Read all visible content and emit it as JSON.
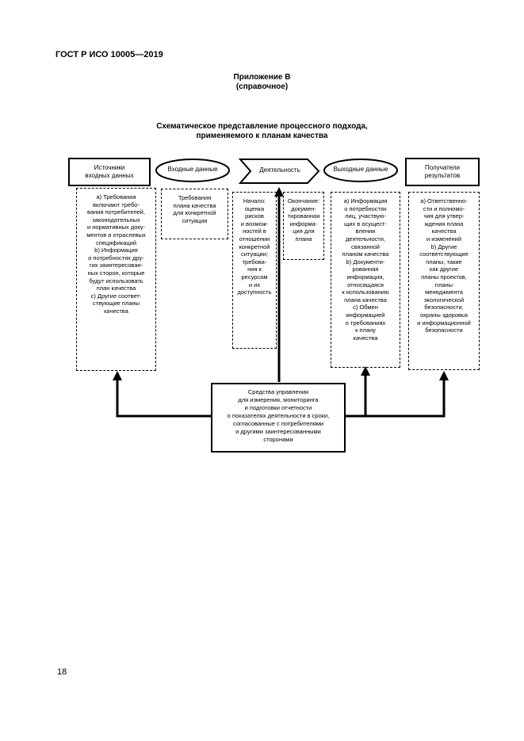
{
  "document": {
    "standard": "ГОСТ Р ИСО 10005—2019",
    "annex_title": "Приложение В",
    "annex_note": "(справочное)",
    "chart_title": "Схематическое представление процессного подхода,\nприменяемого к планам качества",
    "page_number": "18"
  },
  "diagram": {
    "sources_title": "Источники\nвходных данных",
    "inputs_title": "Входные данные",
    "activity_title": "Деятельность",
    "outputs_title": "Выходные данные",
    "receivers_title": "Получатели\nрезультатов",
    "sources_text": "a) Требования\nвключают требо-\nвания потребителей,\nзаконодательных\nи нормативных доку-\nментов и отраслевых\nспецификаций\nb) Информация\nо потребностях дру-\nгих заинтересован-\nных сторон, которые\nбудут использовать\nплан качества\nc) Другие соответ-\nствующие планы\nкачества",
    "inputs_text": "Требования\nплана качества\nдля конкретной\nситуации",
    "activity_start_text": "Начало:\nоценка\nрисков\nи возмож-\nностей в\nотношении\nконкретной\nситуации;\nтребова-\nния к\nресурсам\nи их\nдоступность",
    "activity_end_text": "Окончание:\nдокумен-\nтированная\nинформа-\nция для\nплана",
    "outputs_text": "a) Информация\nо потребностях\nлиц, участвую-\nщих в осущест-\nвлении\nдеятельности,\nсвязанной\nпланом качества\nb) Документи-\nрованная\nинформация,\nотносящаяся\nк использованию\nплана качества\nc) Обмен\nинформацией\nо требованиях\nк плану\nкачества",
    "receivers_text": "a) Ответственно-\nсти и полномо-\nчия для утвер-\nждения плана\nкачества\nи изменений\nb) Другие\nсоответствующие\nпланы, такие\nкак другие\nпланы проектов,\nпланы\nменеджмента\nэкологической\nбезопасности,\nохраны здоровья\nи информационной\nбезопасности",
    "control_text": "Средства управления\nдля измерения, мониторинга\nи подготовки отчетности\nо показателях деятельности в сроки,\nсогласованные с потребителями\nи другими заинтересованными\nсторонами"
  }
}
